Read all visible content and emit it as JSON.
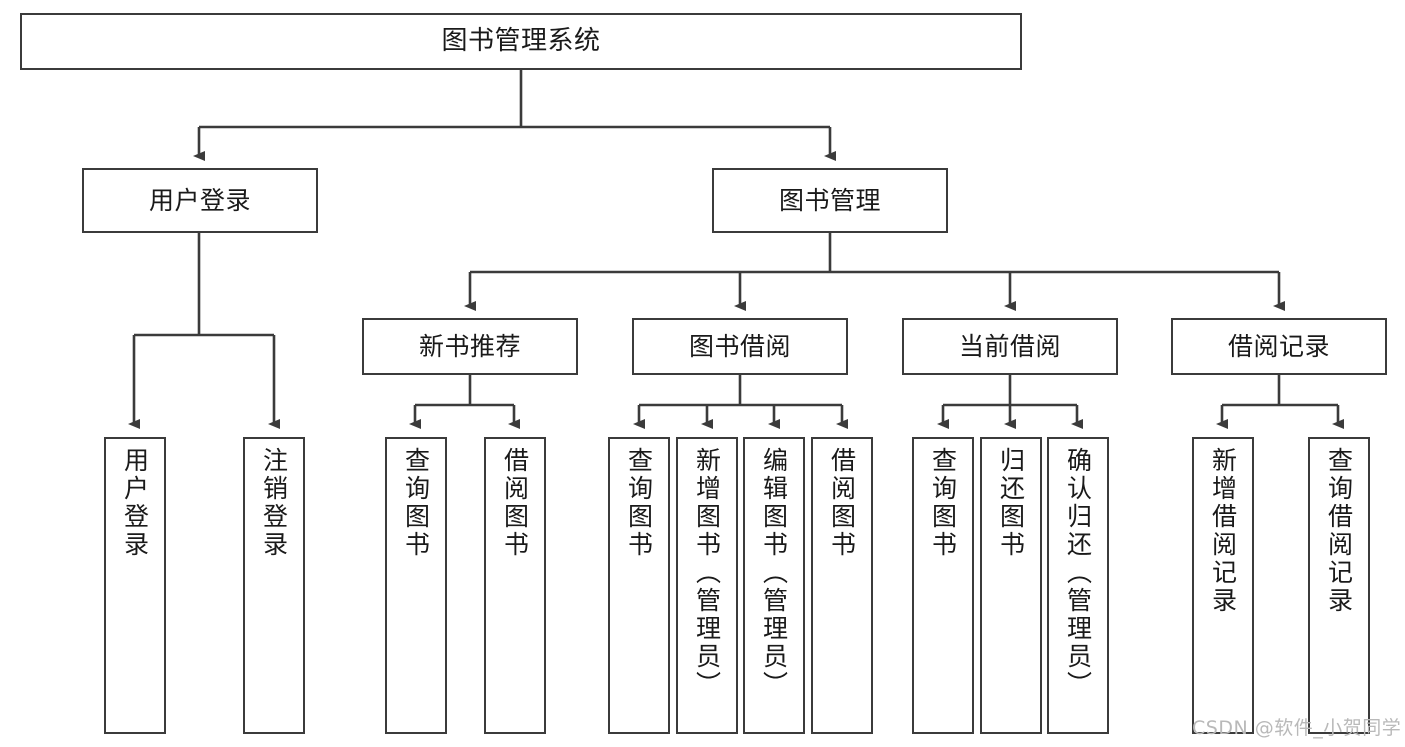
{
  "diagram": {
    "title": "图书管理系统",
    "type": "tree",
    "background_color": "#ffffff",
    "border_color": "#3b3b3b",
    "text_color": "#1a1a1a",
    "watermark": "CSDN @软件_小贺同学",
    "nodes": {
      "root": {
        "label": "图书管理系统"
      },
      "level2": [
        {
          "label": "用户登录"
        },
        {
          "label": "图书管理"
        }
      ],
      "level3": [
        {
          "label": "新书推荐"
        },
        {
          "label": "图书借阅"
        },
        {
          "label": "当前借阅"
        },
        {
          "label": "借阅记录"
        }
      ],
      "leaves": {
        "user_login": [
          {
            "label": "用户登录"
          },
          {
            "label": "注销登录"
          }
        ],
        "new_book": [
          {
            "label": "查询图书"
          },
          {
            "label": "借阅图书"
          }
        ],
        "book_borrow": [
          {
            "label": "查询图书"
          },
          {
            "label": "新增图书（管理员）"
          },
          {
            "label": "编辑图书（管理员）"
          },
          {
            "label": "借阅图书"
          }
        ],
        "current_borrow": [
          {
            "label": "查询图书"
          },
          {
            "label": "归还图书"
          },
          {
            "label": "确认归还（管理员）"
          }
        ],
        "borrow_record": [
          {
            "label": "新增借阅记录"
          },
          {
            "label": "查询借阅记录"
          }
        ]
      }
    }
  }
}
